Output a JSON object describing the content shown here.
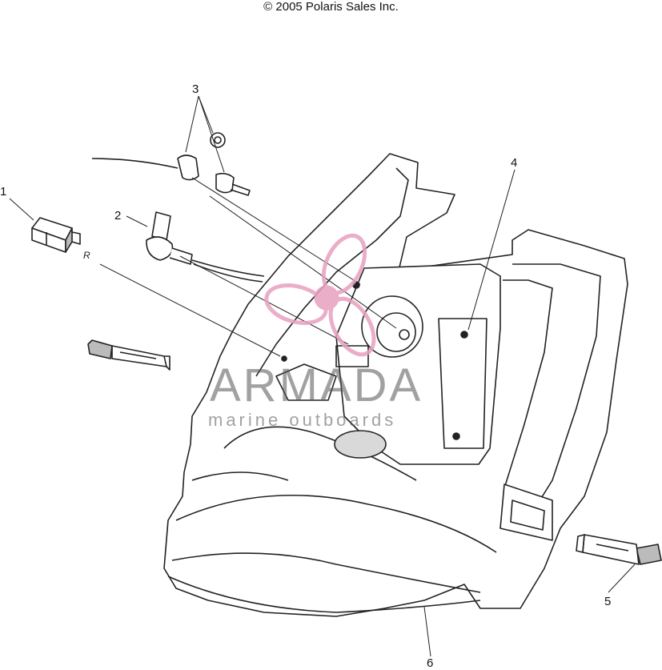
{
  "header": {
    "copyright": "© 2005 Polaris Sales Inc."
  },
  "callouts": [
    {
      "id": "1",
      "label": "1"
    },
    {
      "id": "2",
      "label": "2"
    },
    {
      "id": "3",
      "label": "3"
    },
    {
      "id": "4",
      "label": "4"
    },
    {
      "id": "5",
      "label": "5"
    },
    {
      "id": "6",
      "label": "6"
    }
  ],
  "wire_note": "R",
  "watermark": {
    "title": "ARMADA",
    "subtitle": "marine outboards",
    "color": "#e8a0c0"
  },
  "colors": {
    "line": "#222222",
    "fill": "#ffffff",
    "shade": "#d9d9d9"
  }
}
